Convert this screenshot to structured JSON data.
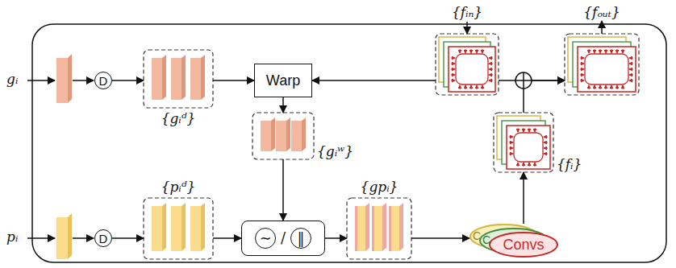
{
  "diagram": {
    "nodes": [
      {
        "text": [
          "D"
        ]
      },
      {
        "text": [
          "{gᵢᵈ}"
        ]
      },
      {
        "text": [
          "Warp"
        ]
      },
      {
        "text": [
          "{fᵢₙ}"
        ]
      },
      {
        "text": [
          "{fₒᵤₜ}"
        ]
      },
      {
        "text": [
          "D"
        ]
      },
      {
        "text": [
          "{pᵢᵈ}"
        ]
      },
      {
        "text": [
          "{gᵢʷ}"
        ]
      },
      {
        "text": [
          "∼",
          "/",
          "‖"
        ]
      },
      {
        "text": [
          "{gpᵢ}"
        ]
      },
      {
        "text": [
          "Convs"
        ]
      },
      {
        "text": [
          "{fᵢ}"
        ]
      }
    ],
    "edges": [
      {
        "from": 0,
        "to": 1,
        "arrow": "to"
      },
      {
        "from": 1,
        "to": 2,
        "arrow": "to"
      },
      {
        "from": 3,
        "to": 2,
        "arrow": "to"
      },
      {
        "from": 3,
        "to": 4,
        "arrow": "to"
      },
      {
        "from": 2,
        "to": 7,
        "arrow": "to"
      },
      {
        "from": 5,
        "to": 6,
        "arrow": "to"
      },
      {
        "from": 7,
        "to": 8,
        "arrow": "to"
      },
      {
        "from": 6,
        "to": 8,
        "arrow": "to"
      },
      {
        "from": 8,
        "to": 9,
        "arrow": "to"
      },
      {
        "from": 9,
        "to": 10,
        "arrow": "to"
      },
      {
        "from": 10,
        "to": 11,
        "arrow": "to"
      },
      {
        "from": 11,
        "to": 4,
        "arrow": "to"
      }
    ],
    "labels": [
      "gᵢ",
      "pᵢ",
      "C",
      "C"
    ]
  }
}
